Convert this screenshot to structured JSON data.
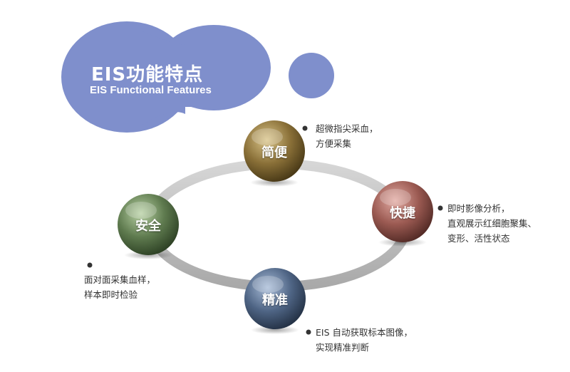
{
  "header": {
    "title_zh": "EIS功能特点",
    "title_en": "EIS Functional Features",
    "blob_color": "#7f8fcc"
  },
  "features": [
    {
      "id": "simple",
      "label": "简便",
      "color": "#8a7038",
      "lines": [
        "超微指尖采血，",
        "方便采集"
      ]
    },
    {
      "id": "fast",
      "label": "快捷",
      "color": "#9b5a52",
      "lines": [
        "即时影像分析，",
        "直观展示红细胞聚集、",
        "变形、活性状态"
      ]
    },
    {
      "id": "safe",
      "label": "安全",
      "color": "#5f7b4f",
      "lines": [
        "面对面采集血样，",
        "样本即时检验"
      ]
    },
    {
      "id": "accurate",
      "label": "精准",
      "color": "#4f6585",
      "lines": [
        "EIS 自动获取标本图像，",
        "实现精准判断"
      ]
    }
  ],
  "ring_color": "#bdbdbd",
  "bullet_color": "#333333"
}
